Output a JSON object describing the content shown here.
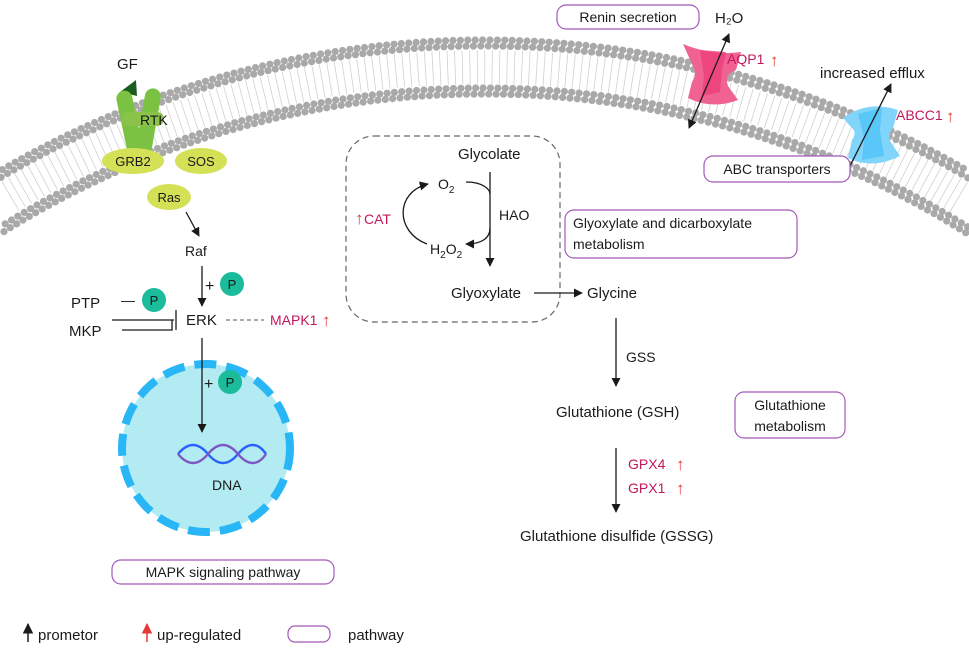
{
  "labels": {
    "gf": "GF",
    "rtk": "RTK",
    "grb2": "GRB2",
    "sos": "SOS",
    "ras": "Ras",
    "raf": "Raf",
    "plus": "+",
    "p": "P",
    "minus": "—",
    "ptp": "PTP",
    "mkp": "MKP",
    "erk": "ERK",
    "mapk1": "MAPK1",
    "dna": "DNA",
    "glycolate": "Glycolate",
    "o2_base": "O",
    "o2_sub": "2",
    "hao": "HAO",
    "h2o2_h": "H",
    "h2o2_sub1": "2",
    "h2o2_o": "O",
    "h2o2_sub2": "2",
    "cat": "CAT",
    "glyoxylate": "Glyoxylate",
    "glycine": "Glycine",
    "gss": "GSS",
    "gsh": "Glutathione (GSH)",
    "gpx4": "GPX4",
    "gpx1": "GPX1",
    "gssg": "Glutathione disulfide (GSSG)",
    "h2o": "H₂O",
    "aqp1": "AQP1",
    "increased_efflux": "increased efflux",
    "abcc1": "ABCC1",
    "up_arrow": "↑"
  },
  "pathways": {
    "renin": "Renin secretion",
    "abc": "ABC transporters",
    "glyox_line1": "Glyoxylate and dicarboxylate",
    "glyox_line2": "metabolism",
    "gsh_line1": "Glutathione",
    "gsh_line2": "metabolism",
    "mapk": "MAPK signaling pathway"
  },
  "legend": {
    "promoter": "prometor",
    "upregulated": "up-regulated",
    "pathway": "pathway"
  },
  "colors": {
    "membrane_bead": "#a9a9a9",
    "rtk_green": "#7cc242",
    "yellow_green": "#d4e157",
    "phospho_teal": "#1abc9c",
    "nucleus_fill": "#b2ebf2",
    "nucleus_dash": "#29b6f6",
    "aqp1_pink": "#f06292",
    "abc_blue": "#81d4fa",
    "magenta": "#c2185b",
    "up_red": "#e53935",
    "pathway_box": "#a259b8"
  },
  "icons": {
    "promoter": "black-up-arrow-icon",
    "upregulated": "red-up-arrow-icon",
    "pathway": "rounded-box-icon"
  }
}
